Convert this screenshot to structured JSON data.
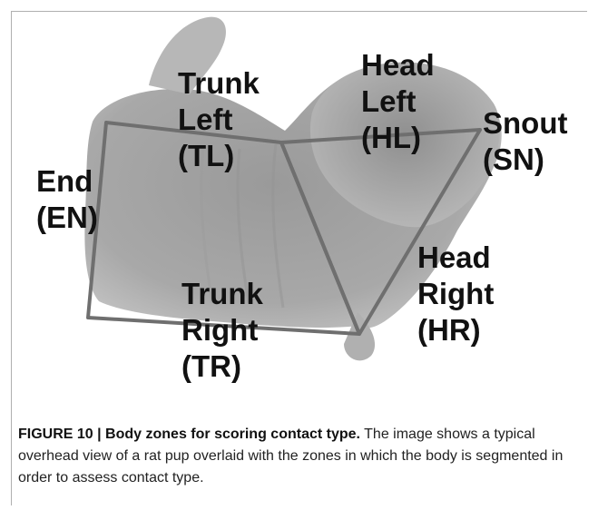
{
  "figure": {
    "label": "FIGURE 10 | Body zones for scoring contact type.",
    "caption": " The image shows a typical overhead view of a rat pup overlaid with the zones in which the body is segmented in order to assess contact type."
  },
  "zones": {
    "trunk_left": "Trunk\nLeft\n(TL)",
    "head_left": "Head\nLeft\n(HL)",
    "snout": "Snout\n(SN)",
    "end": "End\n(EN)",
    "head_right": "Head\nRight\n(HR)",
    "trunk_right": "Trunk\nRight\n(TR)"
  },
  "colors": {
    "zone_lines": "#6f6f6f",
    "pup_fill": "#a3a3a3",
    "background": "#ffffff"
  }
}
